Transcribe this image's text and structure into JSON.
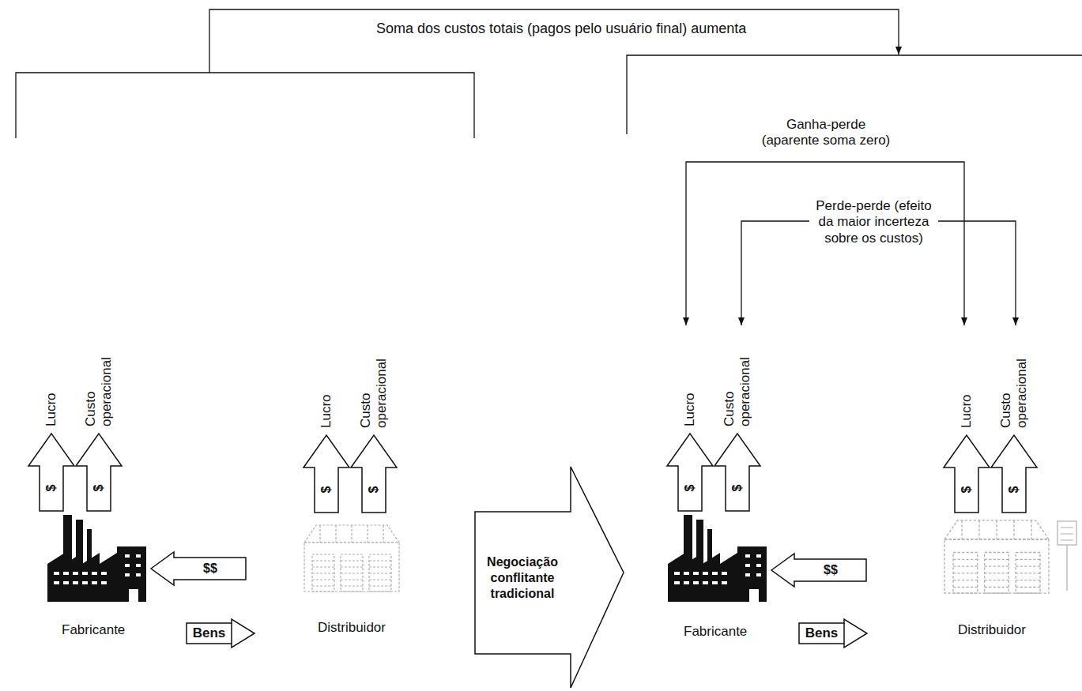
{
  "diagram": {
    "nodes": [
      {
        "text": [
          "Lucro",
          "$"
        ]
      },
      {
        "text": [
          "Custo operacional",
          "$"
        ]
      },
      {
        "text": [
          "Lucro",
          "$"
        ]
      },
      {
        "text": [
          "Custo operacional",
          "$"
        ]
      },
      {
        "text": [
          "$$"
        ]
      },
      {
        "text": [
          "Bens"
        ]
      },
      {
        "text": [
          "Negociação conflitante tradicional"
        ]
      },
      {
        "text": [
          "Lucro",
          "$"
        ]
      },
      {
        "text": [
          "Custo operacional",
          "$"
        ]
      },
      {
        "text": [
          "Lucro",
          "$"
        ]
      },
      {
        "text": [
          "Custo operacional",
          "$"
        ]
      },
      {
        "text": [
          "$$"
        ]
      },
      {
        "text": [
          "Bens"
        ]
      }
    ],
    "labels": [
      "Soma dos custos totais (pagos pelo usuário final) aumenta",
      "Ganha-perde (aparente soma zero)",
      "Perde-perde (efeito da maior incerteza sobre os custos)",
      "Fabricante",
      "Distribuidor",
      "Fabricante",
      "Distribuidor"
    ]
  }
}
